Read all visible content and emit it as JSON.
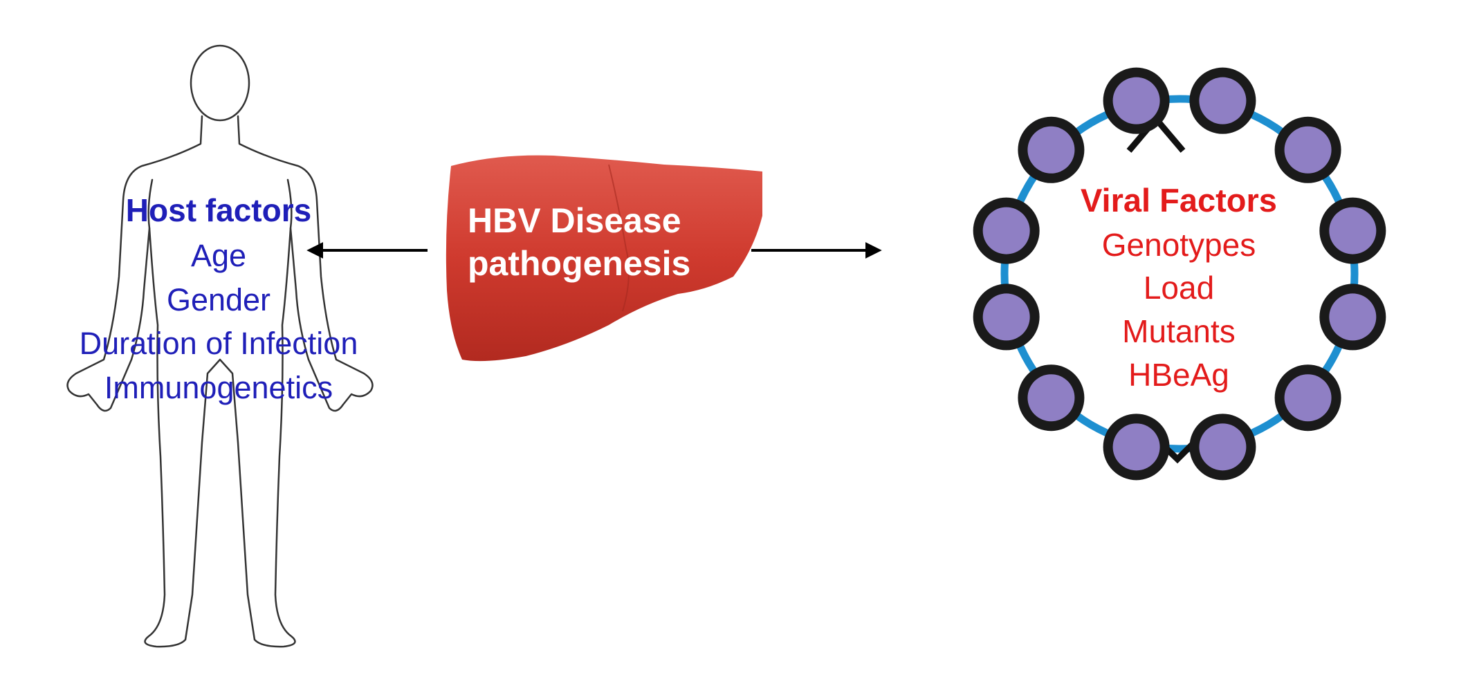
{
  "host": {
    "title": "Host factors",
    "items": [
      "Age",
      "Gender",
      "Duration of Infection",
      "Immunogenetics"
    ]
  },
  "center": {
    "line1": "HBV Disease",
    "line2": "pathogenesis"
  },
  "viral": {
    "title": "Viral Factors",
    "items": [
      "Genotypes",
      "Load",
      "Mutants",
      "HBeAg"
    ]
  },
  "colors": {
    "host_text": "#1f1fb8",
    "viral_text": "#e31b1b",
    "liver": "#d0362b",
    "virus_ring": "#1e8fd0",
    "virus_knob": "#8f7fc4"
  },
  "icons": [
    "human-body-outline-icon",
    "liver-icon",
    "virus-icon",
    "arrow-left-icon",
    "arrow-right-icon"
  ]
}
